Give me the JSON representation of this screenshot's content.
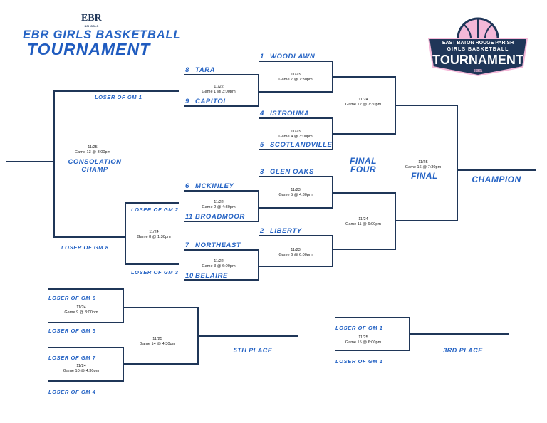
{
  "header": {
    "logo_text": "EBR",
    "logo_sub": "SCHOOLS",
    "title_line1": "EBR GIRLS BASKETBALL",
    "title_line2": "TOURNAMENT"
  },
  "badge": {
    "line1": "EAST BATON ROUGE PARISH",
    "line2": "GIRLS BASKETBALL",
    "line3": "TOURNAMENT",
    "mark": "EBR"
  },
  "teams": [
    {
      "seed": "8",
      "name": "TARA"
    },
    {
      "seed": "9",
      "name": "CAPITOL"
    },
    {
      "seed": "1",
      "name": "WOODLAWN"
    },
    {
      "seed": "4",
      "name": "ISTROUMA"
    },
    {
      "seed": "5",
      "name": "SCOTLANDVILLE"
    },
    {
      "seed": "3",
      "name": "GLEN OAKS"
    },
    {
      "seed": "6",
      "name": "MCKINLEY"
    },
    {
      "seed": "11",
      "name": "BROADMOOR"
    },
    {
      "seed": "2",
      "name": "LIBERTY"
    },
    {
      "seed": "7",
      "name": "NORTHEAST"
    },
    {
      "seed": "10",
      "name": "BELAIRE"
    }
  ],
  "games": {
    "g1": {
      "date": "11/22",
      "time": "Game 1 @ 3:00pm"
    },
    "g2": {
      "date": "11/22",
      "time": "Game 2 @ 4:30pm"
    },
    "g3": {
      "date": "11/22",
      "time": "Game 3 @ 6:00pm"
    },
    "g4": {
      "date": "11/23",
      "time": "Game 4 @ 3:00pm"
    },
    "g5": {
      "date": "11/23",
      "time": "Game 5 @ 4:30pm"
    },
    "g6": {
      "date": "11/23",
      "time": "Game 6 @ 6:00pm"
    },
    "g7": {
      "date": "11/23",
      "time": "Game 7 @ 7:30pm"
    },
    "g8": {
      "date": "11/24",
      "time": "Game 8 @ 1:30pm"
    },
    "g9": {
      "date": "11/24",
      "time": "Game 9 @ 3:00pm"
    },
    "g10": {
      "date": "11/24",
      "time": "Game 10 @ 4:30pm"
    },
    "g11": {
      "date": "11/24",
      "time": "Game 11 @ 6:00pm"
    },
    "g12": {
      "date": "11/24",
      "time": "Game 12 @ 7:30pm"
    },
    "g13": {
      "date": "11/25",
      "time": "Game 13 @ 3:00pm"
    },
    "g14": {
      "date": "11/25",
      "time": "Game 14 @ 4:30pm"
    },
    "g15": {
      "date": "11/25",
      "time": "Game 15 @ 6:00pm"
    },
    "g16": {
      "date": "11/25",
      "time": "Game 16 @ 7:30pm"
    }
  },
  "losers": {
    "gm1": "LOSER OF GM 1",
    "gm2": "LOSER OF GM 2",
    "gm3": "LOSER OF GM 3",
    "gm4": "LOSER OF GM 4",
    "gm5": "LOSER OF GM 5",
    "gm6": "LOSER OF GM 6",
    "gm7": "LOSER OF GM 7",
    "gm8": "LOSER OF GM 8"
  },
  "labels": {
    "final_four_1": "FINAL",
    "final_four_2": "FOUR",
    "final": "FINAL",
    "champion": "CHAMPION",
    "consolation_1": "CONSOLATION",
    "consolation_2": "CHAMP",
    "fifth": "5TH PLACE",
    "third": "3RD PLACE"
  }
}
